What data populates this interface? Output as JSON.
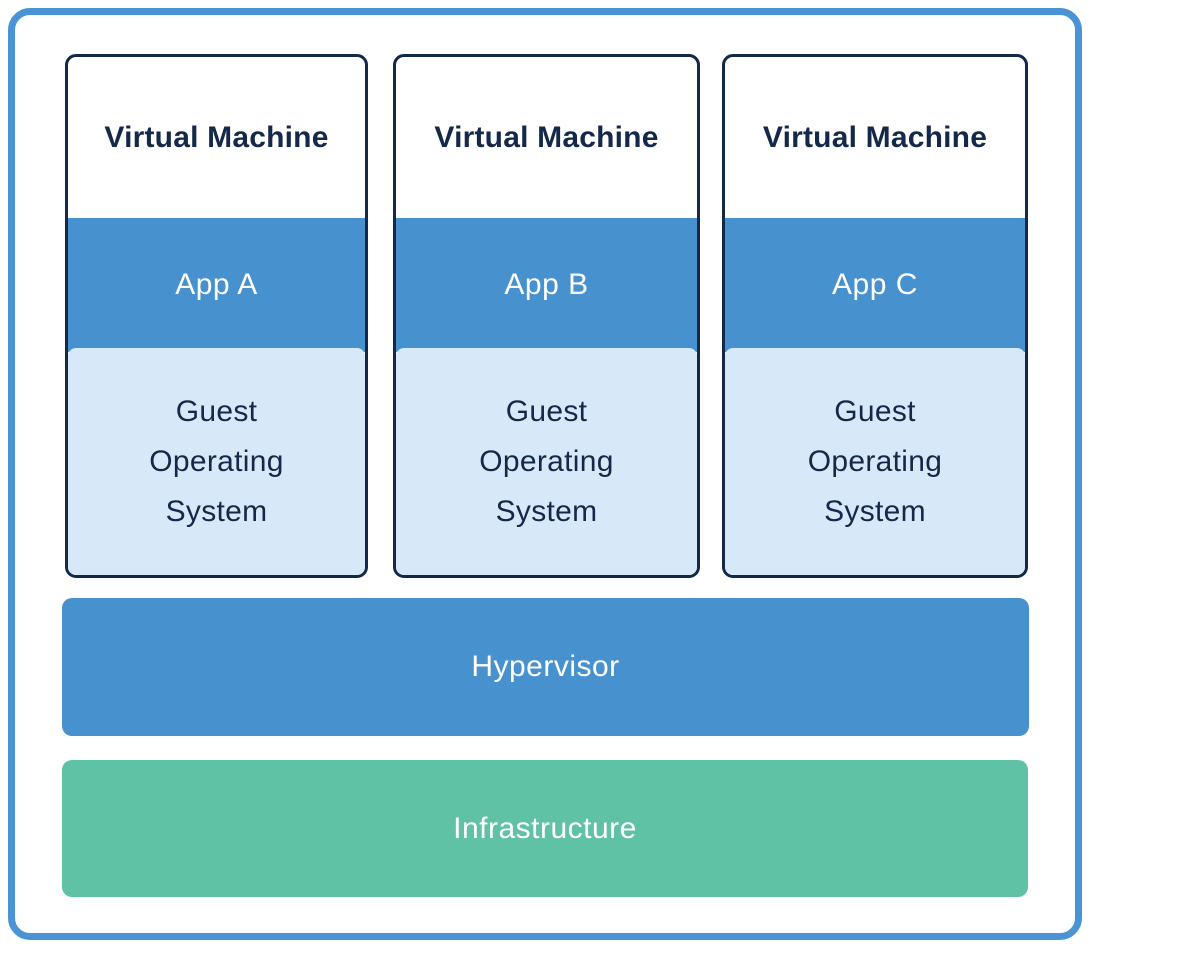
{
  "diagram": {
    "type": "virtualization-architecture",
    "vms": [
      {
        "title": "Virtual Machine",
        "app": "App A",
        "os_text": "Guest Operating System",
        "os_lines": [
          "Guest",
          "Operating",
          "System"
        ]
      },
      {
        "title": "Virtual Machine",
        "app": "App B",
        "os_text": "Guest Operating System",
        "os_lines": [
          "Guest",
          "Operating",
          "System"
        ]
      },
      {
        "title": "Virtual Machine",
        "app": "App C",
        "os_text": "Guest Operating System",
        "os_lines": [
          "Guest",
          "Operating",
          "System"
        ]
      }
    ],
    "layers": [
      {
        "label": "Hypervisor",
        "color": "#4791CF"
      },
      {
        "label": "Infrastructure",
        "color": "#5FC2A5"
      }
    ],
    "colors": {
      "frame_border": "#4A93D4",
      "app_band": "#4791CF",
      "guest_os_bg": "#D7E9F8",
      "vm_border": "#142849",
      "text_dark": "#142849",
      "text_light": "#FFFFFF",
      "infrastructure": "#5FC2A5"
    }
  }
}
